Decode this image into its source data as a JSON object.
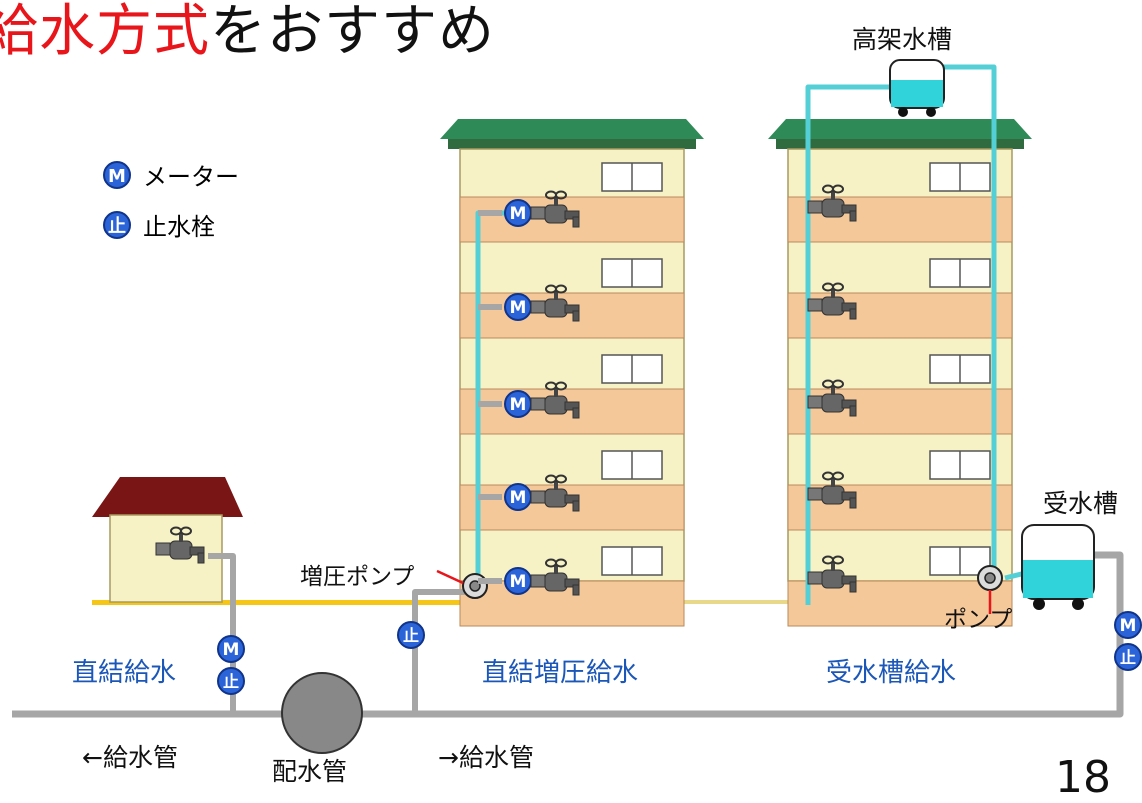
{
  "title": {
    "red": "給水方式",
    "rest": "をおすすめ"
  },
  "legend": [
    {
      "symbol": "M",
      "label": "メーター",
      "icon": "meter-icon"
    },
    {
      "symbol": "止",
      "label": "止水栓",
      "icon": "stop-valve-icon"
    }
  ],
  "labels": {
    "elevated_tank": "高架水槽",
    "receiving_tank": "受水槽",
    "booster_pump": "増圧ポンプ",
    "pump": "ポンプ",
    "direct": "直結給水",
    "direct_boost": "直結増圧給水",
    "tank_supply": "受水槽給水",
    "supply_pipe_left": "←給水管",
    "distribution_pipe": "配水管",
    "supply_pipe_right": "→給水管",
    "page_number": "18"
  },
  "symbols": {
    "meter": "M",
    "stop": "止"
  },
  "colors": {
    "title_red": "#e8151b",
    "label_blue": "#1b57b8",
    "pipe_gray": "#a6a6a6",
    "pipe_cyan": "#55cfd6",
    "roof_green": "#2e8b57",
    "house_roof": "#7a1515",
    "building_wall": "#f7f2c6",
    "floor_band": "#f5c89a",
    "ground_yellow": "#f5c518",
    "tank_cyan": "#2fd3d9"
  }
}
